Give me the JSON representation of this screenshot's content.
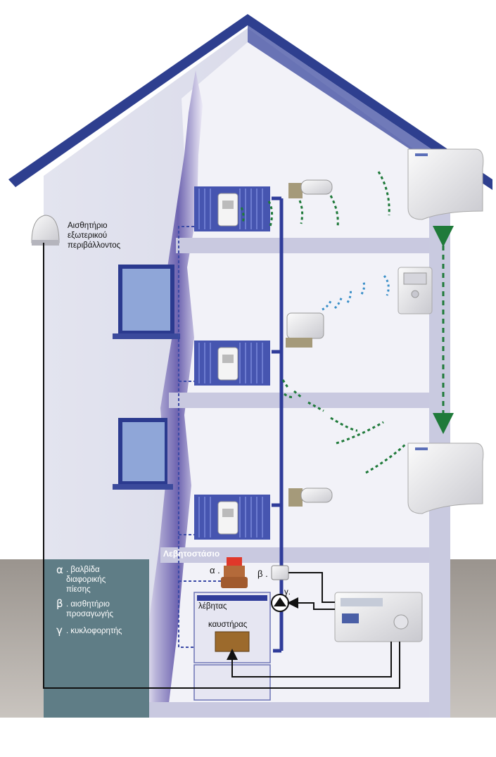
{
  "labels": {
    "outdoor_sensor": [
      "Αισθητήριο",
      "εξωτερικού",
      "περιβάλλοντος"
    ],
    "boiler_room": "Λεβητοστάσιο",
    "boiler": "λέβητας",
    "burner": "καυστήρας",
    "tag_alpha": "α .",
    "tag_beta": "β .",
    "tag_gamma": "γ."
  },
  "legend": [
    {
      "symbol": "α",
      "lines": [
        ". βαλβίδα",
        "διαφορικής",
        "πίεσης"
      ]
    },
    {
      "symbol": "β",
      "lines": [
        ". αισθητήριο",
        "προσαγωγής"
      ]
    },
    {
      "symbol": "γ",
      "lines": [
        ". κυκλοφορητής"
      ]
    }
  ],
  "colors": {
    "roof": "#2e3f8f",
    "outer_wall": "#d9dae9",
    "interior": "#f2f2f8",
    "floor_slab": "#c9c9e0",
    "pipe": "#2f3c9a",
    "radiator": "#4655b0",
    "wireless_signal": "#1f7a3a",
    "room_signal": "#3a8fc8",
    "ground": "#8e8a86",
    "legend_panel": "#5f7d86",
    "burner": "#9c6a2c"
  }
}
